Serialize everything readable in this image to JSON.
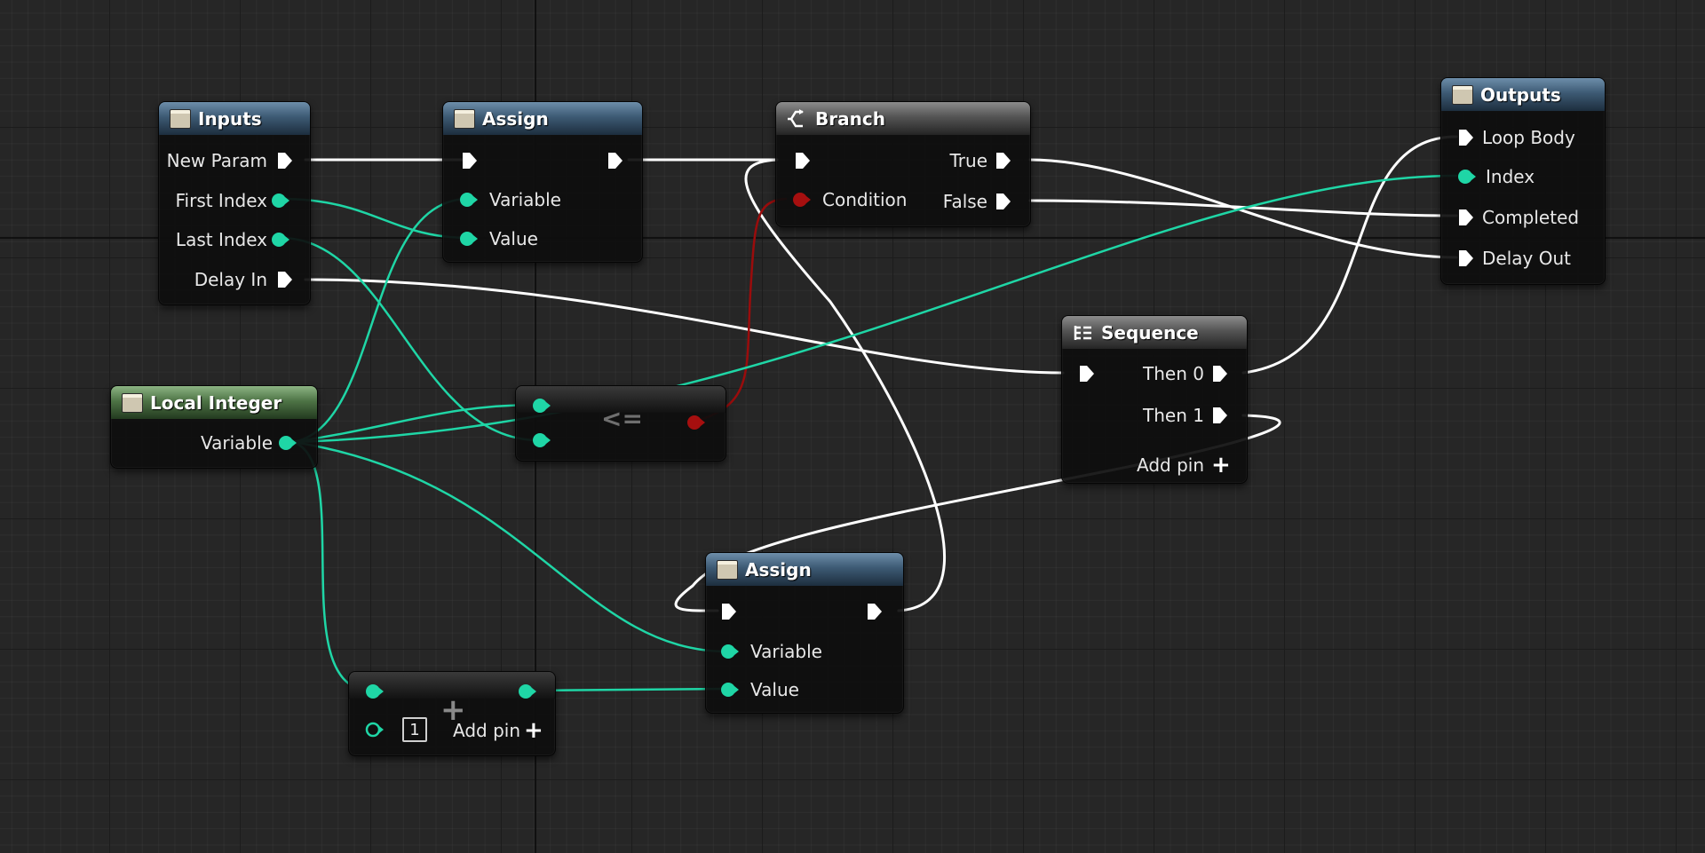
{
  "colors": {
    "exec_wire": "#ffffff",
    "int_wire": "#1fd6a6",
    "bool_wire": "#9a0c0c",
    "int_pin": "#1fd6a6",
    "bool_pin": "#a60f0f",
    "exec_pin": "#ffffff"
  },
  "nodes": {
    "inputs": {
      "title": "Inputs",
      "icon": "variable-icon",
      "pins": [
        "New Param",
        "First Index",
        "Last Index",
        "Delay In"
      ]
    },
    "assign_top": {
      "title": "Assign",
      "icon": "variable-icon",
      "pins": [
        "Variable",
        "Value"
      ]
    },
    "branch": {
      "title": "Branch",
      "icon": "branch-icon",
      "pins": [
        "Condition",
        "True",
        "False"
      ]
    },
    "outputs": {
      "title": "Outputs",
      "icon": "variable-icon",
      "pins": [
        "Loop Body",
        "Index",
        "Completed",
        "Delay Out"
      ]
    },
    "local_integer": {
      "title": "Local Integer",
      "icon": "variable-icon",
      "pins": [
        "Variable"
      ]
    },
    "compare": {
      "operator": "<="
    },
    "sequence": {
      "title": "Sequence",
      "icon": "sequence-icon",
      "pins": [
        "Then 0",
        "Then 1"
      ],
      "add_pin": "Add pin"
    },
    "assign_bottom": {
      "title": "Assign",
      "icon": "variable-icon",
      "pins": [
        "Variable",
        "Value"
      ]
    },
    "add": {
      "operator": "+",
      "constant": "1",
      "add_pin": "Add pin"
    }
  }
}
